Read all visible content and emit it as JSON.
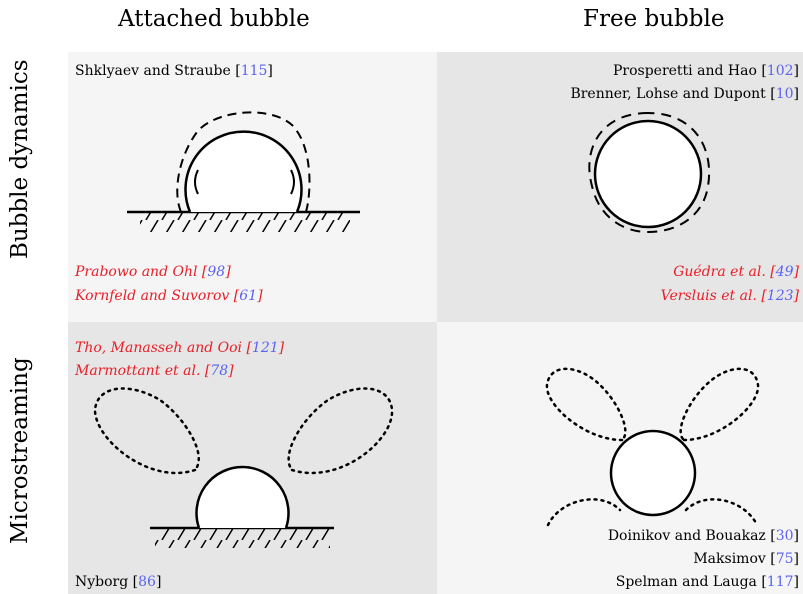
{
  "columns": {
    "attached": "Attached bubble",
    "free": "Free bubble"
  },
  "rows": {
    "dynamics": "Bubble dynamics",
    "streaming": "Microstreaming"
  },
  "cells": {
    "top_left": {
      "black": [
        {
          "text": "Shklyaev and Straube [",
          "ref": "115",
          "end": "]"
        }
      ],
      "red": [
        {
          "text": "Prabowo and Ohl [",
          "ref": "98",
          "end": "]"
        },
        {
          "text": "Kornfeld and Suvorov [",
          "ref": "61",
          "end": "]"
        }
      ]
    },
    "top_right": {
      "black": [
        {
          "text": "Prosperetti and Hao [",
          "ref": "102",
          "end": "]"
        },
        {
          "text": "Brenner, Lohse and Dupont [",
          "ref": "10",
          "end": "]"
        }
      ],
      "red": [
        {
          "text": "Guédra et al. [",
          "ref": "49",
          "end": "]"
        },
        {
          "text": "Versluis et al. [",
          "ref": "123",
          "end": "]"
        }
      ]
    },
    "bottom_left": {
      "red": [
        {
          "text": "Tho, Manasseh and Ooi [",
          "ref": "121",
          "end": "]"
        },
        {
          "text": "Marmottant et al. [",
          "ref": "78",
          "end": "]"
        }
      ],
      "black": [
        {
          "text": "Nyborg [",
          "ref": "86",
          "end": "]"
        }
      ]
    },
    "bottom_right": {
      "black": [
        {
          "text": "Doinikov and Bouakaz [",
          "ref": "30",
          "end": "]"
        },
        {
          "text": "Maksimov [",
          "ref": "75",
          "end": "]"
        },
        {
          "text": "Spelman and Lauga [",
          "ref": "117",
          "end": "]"
        }
      ]
    }
  },
  "colors": {
    "cell_light": "#f5f5f5",
    "cell_dark": "#e6e6e6",
    "reference_blue": "#5b63f0",
    "highlight_red": "#e8202a"
  }
}
